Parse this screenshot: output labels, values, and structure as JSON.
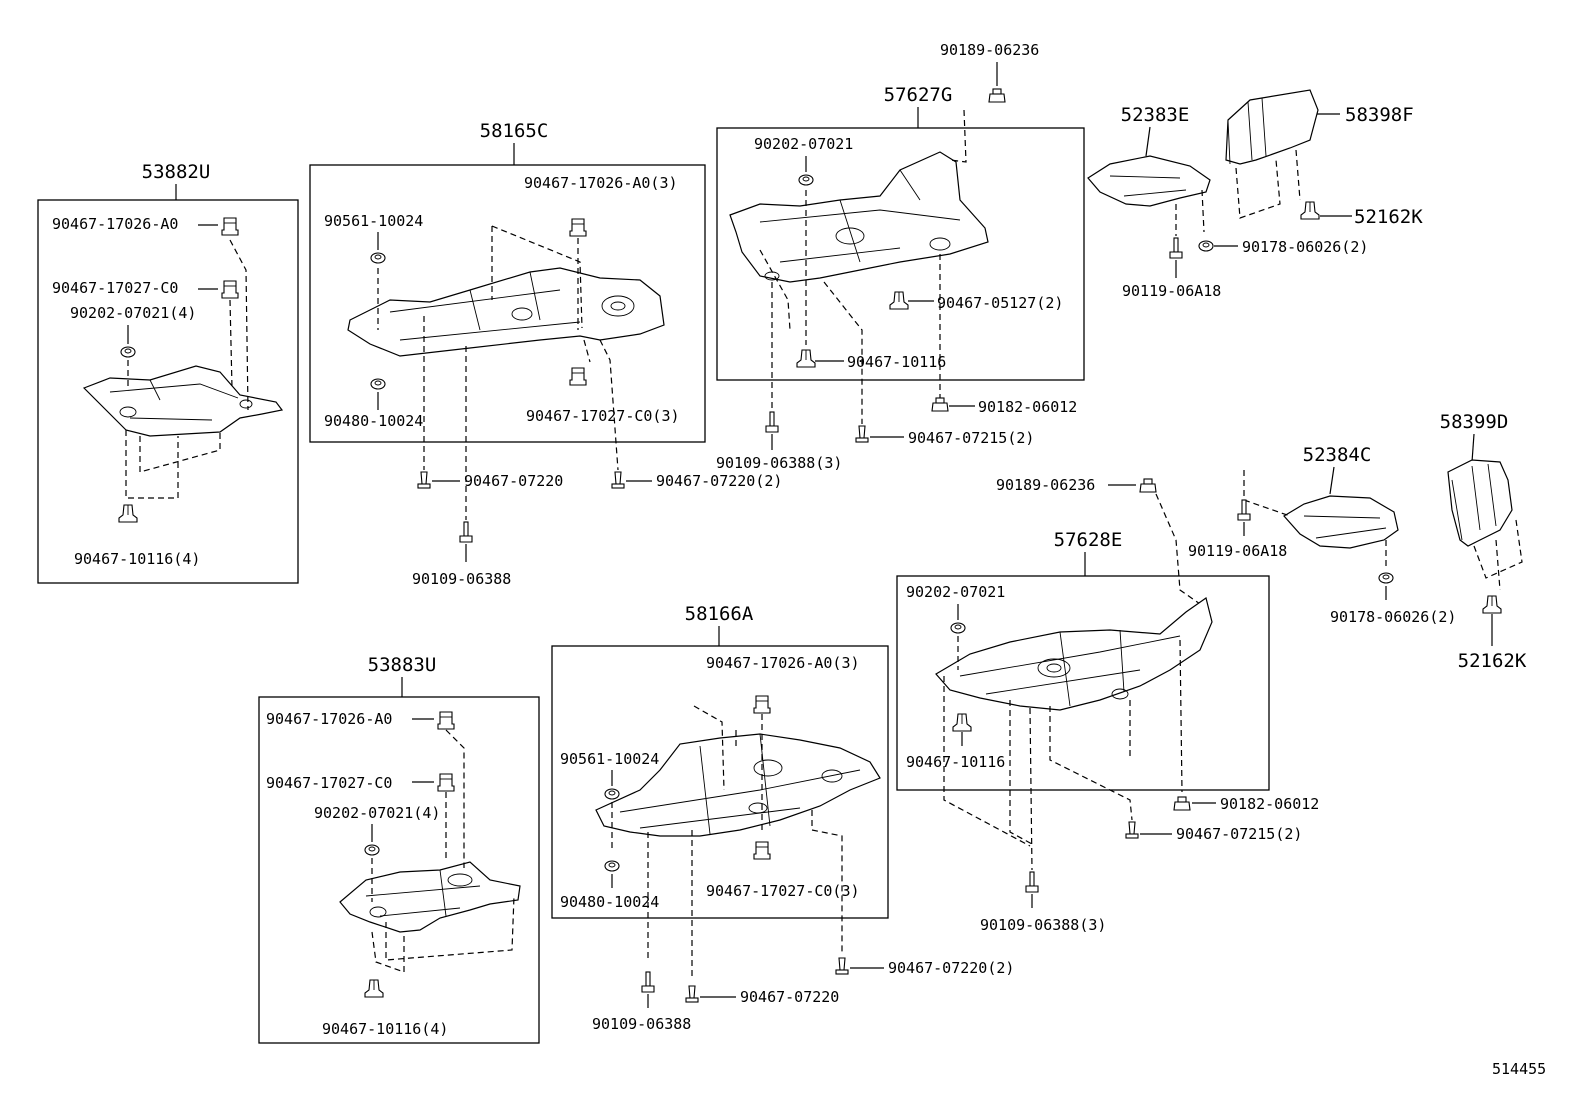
{
  "diagram_id": "514455",
  "groups": {
    "g53882U": {
      "assembly": "53882U",
      "l1": "90467-17026-A0",
      "l2": "90467-17027-C0",
      "l3": "90202-07021(4)",
      "l4": "90467-10116(4)"
    },
    "g58165C": {
      "assembly": "58165C",
      "l1": "90467-17026-A0(3)",
      "l2": "90561-10024",
      "l3": "90480-10024",
      "l4": "90467-17027-C0(3)",
      "l5": "90467-07220",
      "l6": "90467-07220(2)",
      "l7": "90109-06388"
    },
    "g57627G": {
      "assembly": "57627G",
      "l1": "90189-06236",
      "l2": "90202-07021",
      "l3": "90467-05127(2)",
      "l4": "90467-10116",
      "l5": "90182-06012",
      "l6": "90467-07215(2)",
      "l7": "90109-06388(3)"
    },
    "g52383E": {
      "assembly": "52383E",
      "l1": "90178-06026(2)",
      "l2": "90119-06A18"
    },
    "g58398F": {
      "assembly": "58398F",
      "l1": "52162K"
    },
    "g52384C": {
      "assembly": "52384C",
      "l1": "90119-06A18",
      "l2": "90178-06026(2)"
    },
    "g58399D": {
      "assembly": "58399D",
      "l1": "52162K"
    },
    "g57628E": {
      "assembly": "57628E",
      "l1": "90189-06236",
      "l2": "90202-07021",
      "l3": "90467-10116",
      "l4": "90182-06012",
      "l5": "90467-07215(2)",
      "l6": "90109-06388(3)"
    },
    "g58166A": {
      "assembly": "58166A",
      "l1": "90467-17026-A0(3)",
      "l2": "90561-10024",
      "l3": "90480-10024",
      "l4": "90467-17027-C0(3)",
      "l5": "90467-07220(2)",
      "l6": "90467-07220",
      "l7": "90109-06388"
    },
    "g53883U": {
      "assembly": "53883U",
      "l1": "90467-17026-A0",
      "l2": "90467-17027-C0",
      "l3": "90202-07021(4)",
      "l4": "90467-10116(4)"
    }
  }
}
